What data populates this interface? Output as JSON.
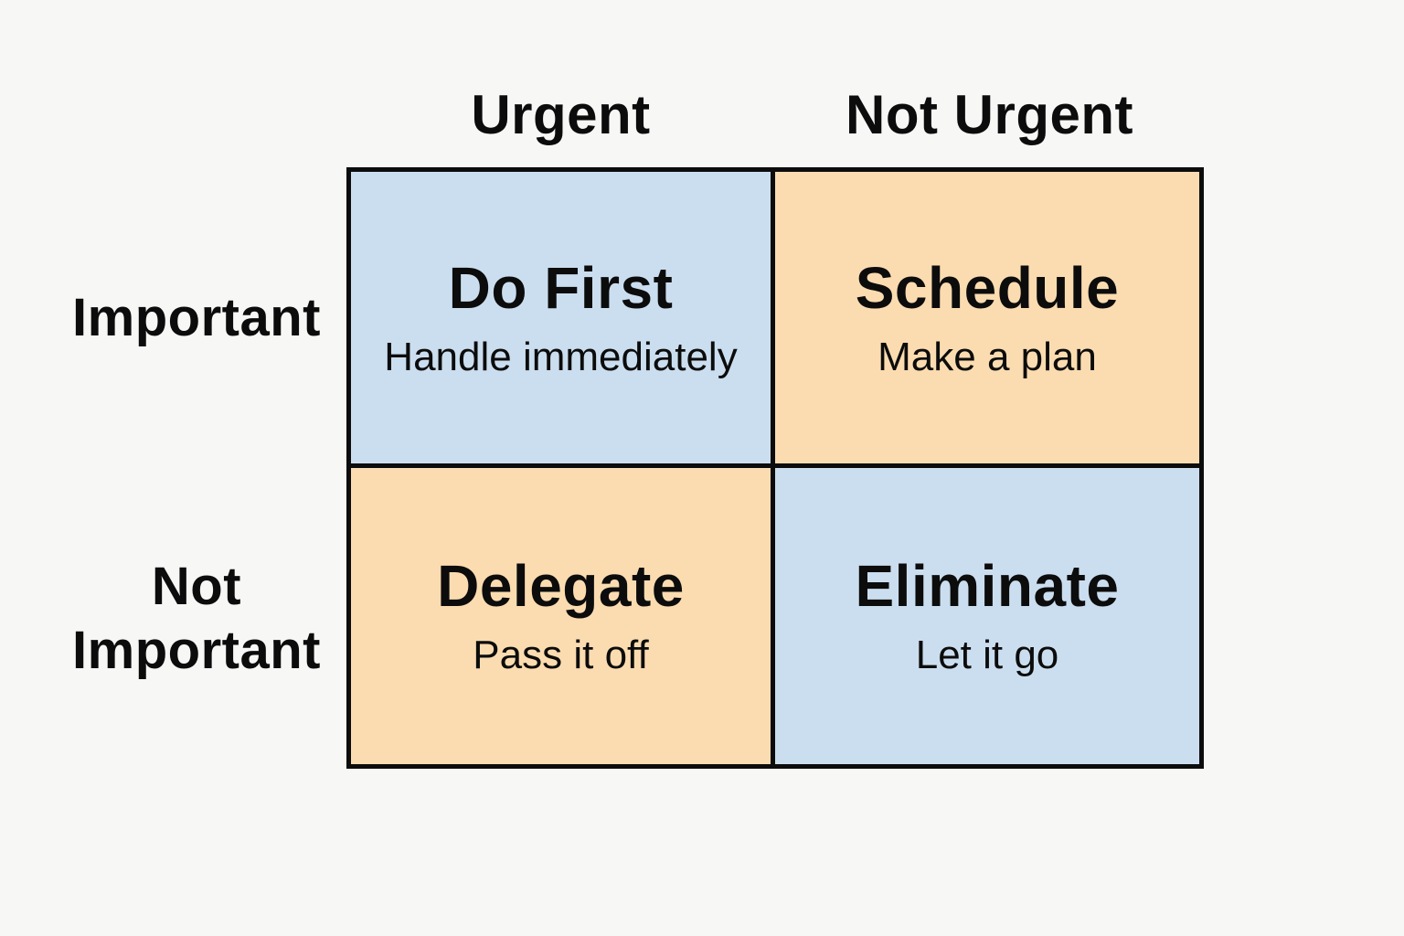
{
  "matrix": {
    "column_headers": [
      {
        "id": "urgent",
        "label": "Urgent"
      },
      {
        "id": "not-urgent",
        "label": "Not Urgent"
      }
    ],
    "row_headers": [
      {
        "id": "important",
        "label": "Important"
      },
      {
        "id": "not-important",
        "label": "Not Important"
      }
    ],
    "quadrants": [
      {
        "id": "do-first",
        "title": "Do First",
        "subtitle": "Handle immediately",
        "color": "#cbdeef"
      },
      {
        "id": "schedule",
        "title": "Schedule",
        "subtitle": "Make a plan",
        "color": "#fbdcb0"
      },
      {
        "id": "delegate",
        "title": "Delegate",
        "subtitle": "Pass it off",
        "color": "#fbdcb0"
      },
      {
        "id": "eliminate",
        "title": "Eliminate",
        "subtitle": "Let it go",
        "color": "#cbdeef"
      }
    ],
    "colors": {
      "quadrant_blue": "#cbdeef",
      "quadrant_orange": "#fbdcb0",
      "border": "#0c0c0c",
      "text": "#0c0c0c",
      "background": "#f7f7f5"
    }
  }
}
